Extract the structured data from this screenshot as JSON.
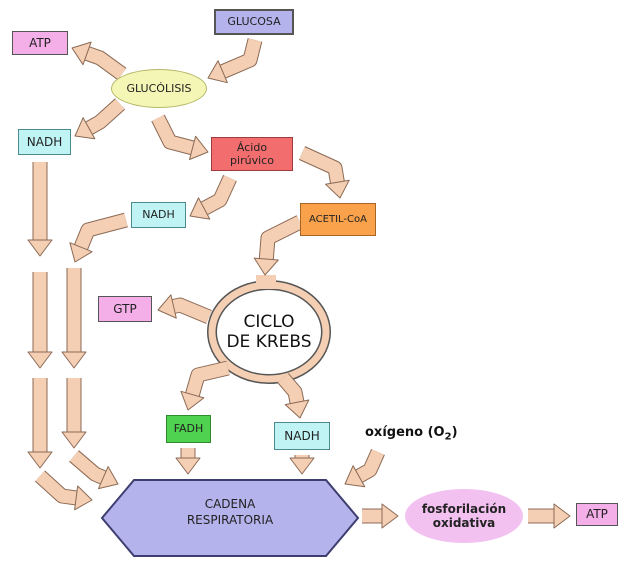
{
  "nodes": {
    "glucosa": "GLUCOSA",
    "atp_top": "ATP",
    "glucolisis": "GLUCÓLISIS",
    "nadh_left": "NADH",
    "acido_line1": "Ácido",
    "acido_line2": "pirúvico",
    "nadh_middle": "NADH",
    "acetil": "ACETIL-CoA",
    "gtp": "GTP",
    "krebs_line1": "CICLO",
    "krebs_line2": "DE KREBS",
    "fadh": "FADH",
    "nadh_bottom": "NADH",
    "oxigeno": "oxígeno (O",
    "oxigeno_sub": "2",
    "oxigeno_close": ")",
    "cadena_line1": "CADENA",
    "cadena_line2": "RESPIRATORIA",
    "fosfo_line1": "fosforilación",
    "fosfo_line2": "oxidativa",
    "atp_bottom": "ATP"
  },
  "colors": {
    "arrow_fill": "#f5cfb4",
    "arrow_stroke": "#8a6a55",
    "pink_box": "#f4aee8",
    "cyan_box": "#bff3f4",
    "red_box": "#f26d6d",
    "orange_box": "#f9a24b",
    "green_box": "#4fd24f",
    "violet_box": "#b4b3ec",
    "yellow_ellipse": "#f4f6b6",
    "pink_ellipse": "#f3c1f0"
  }
}
